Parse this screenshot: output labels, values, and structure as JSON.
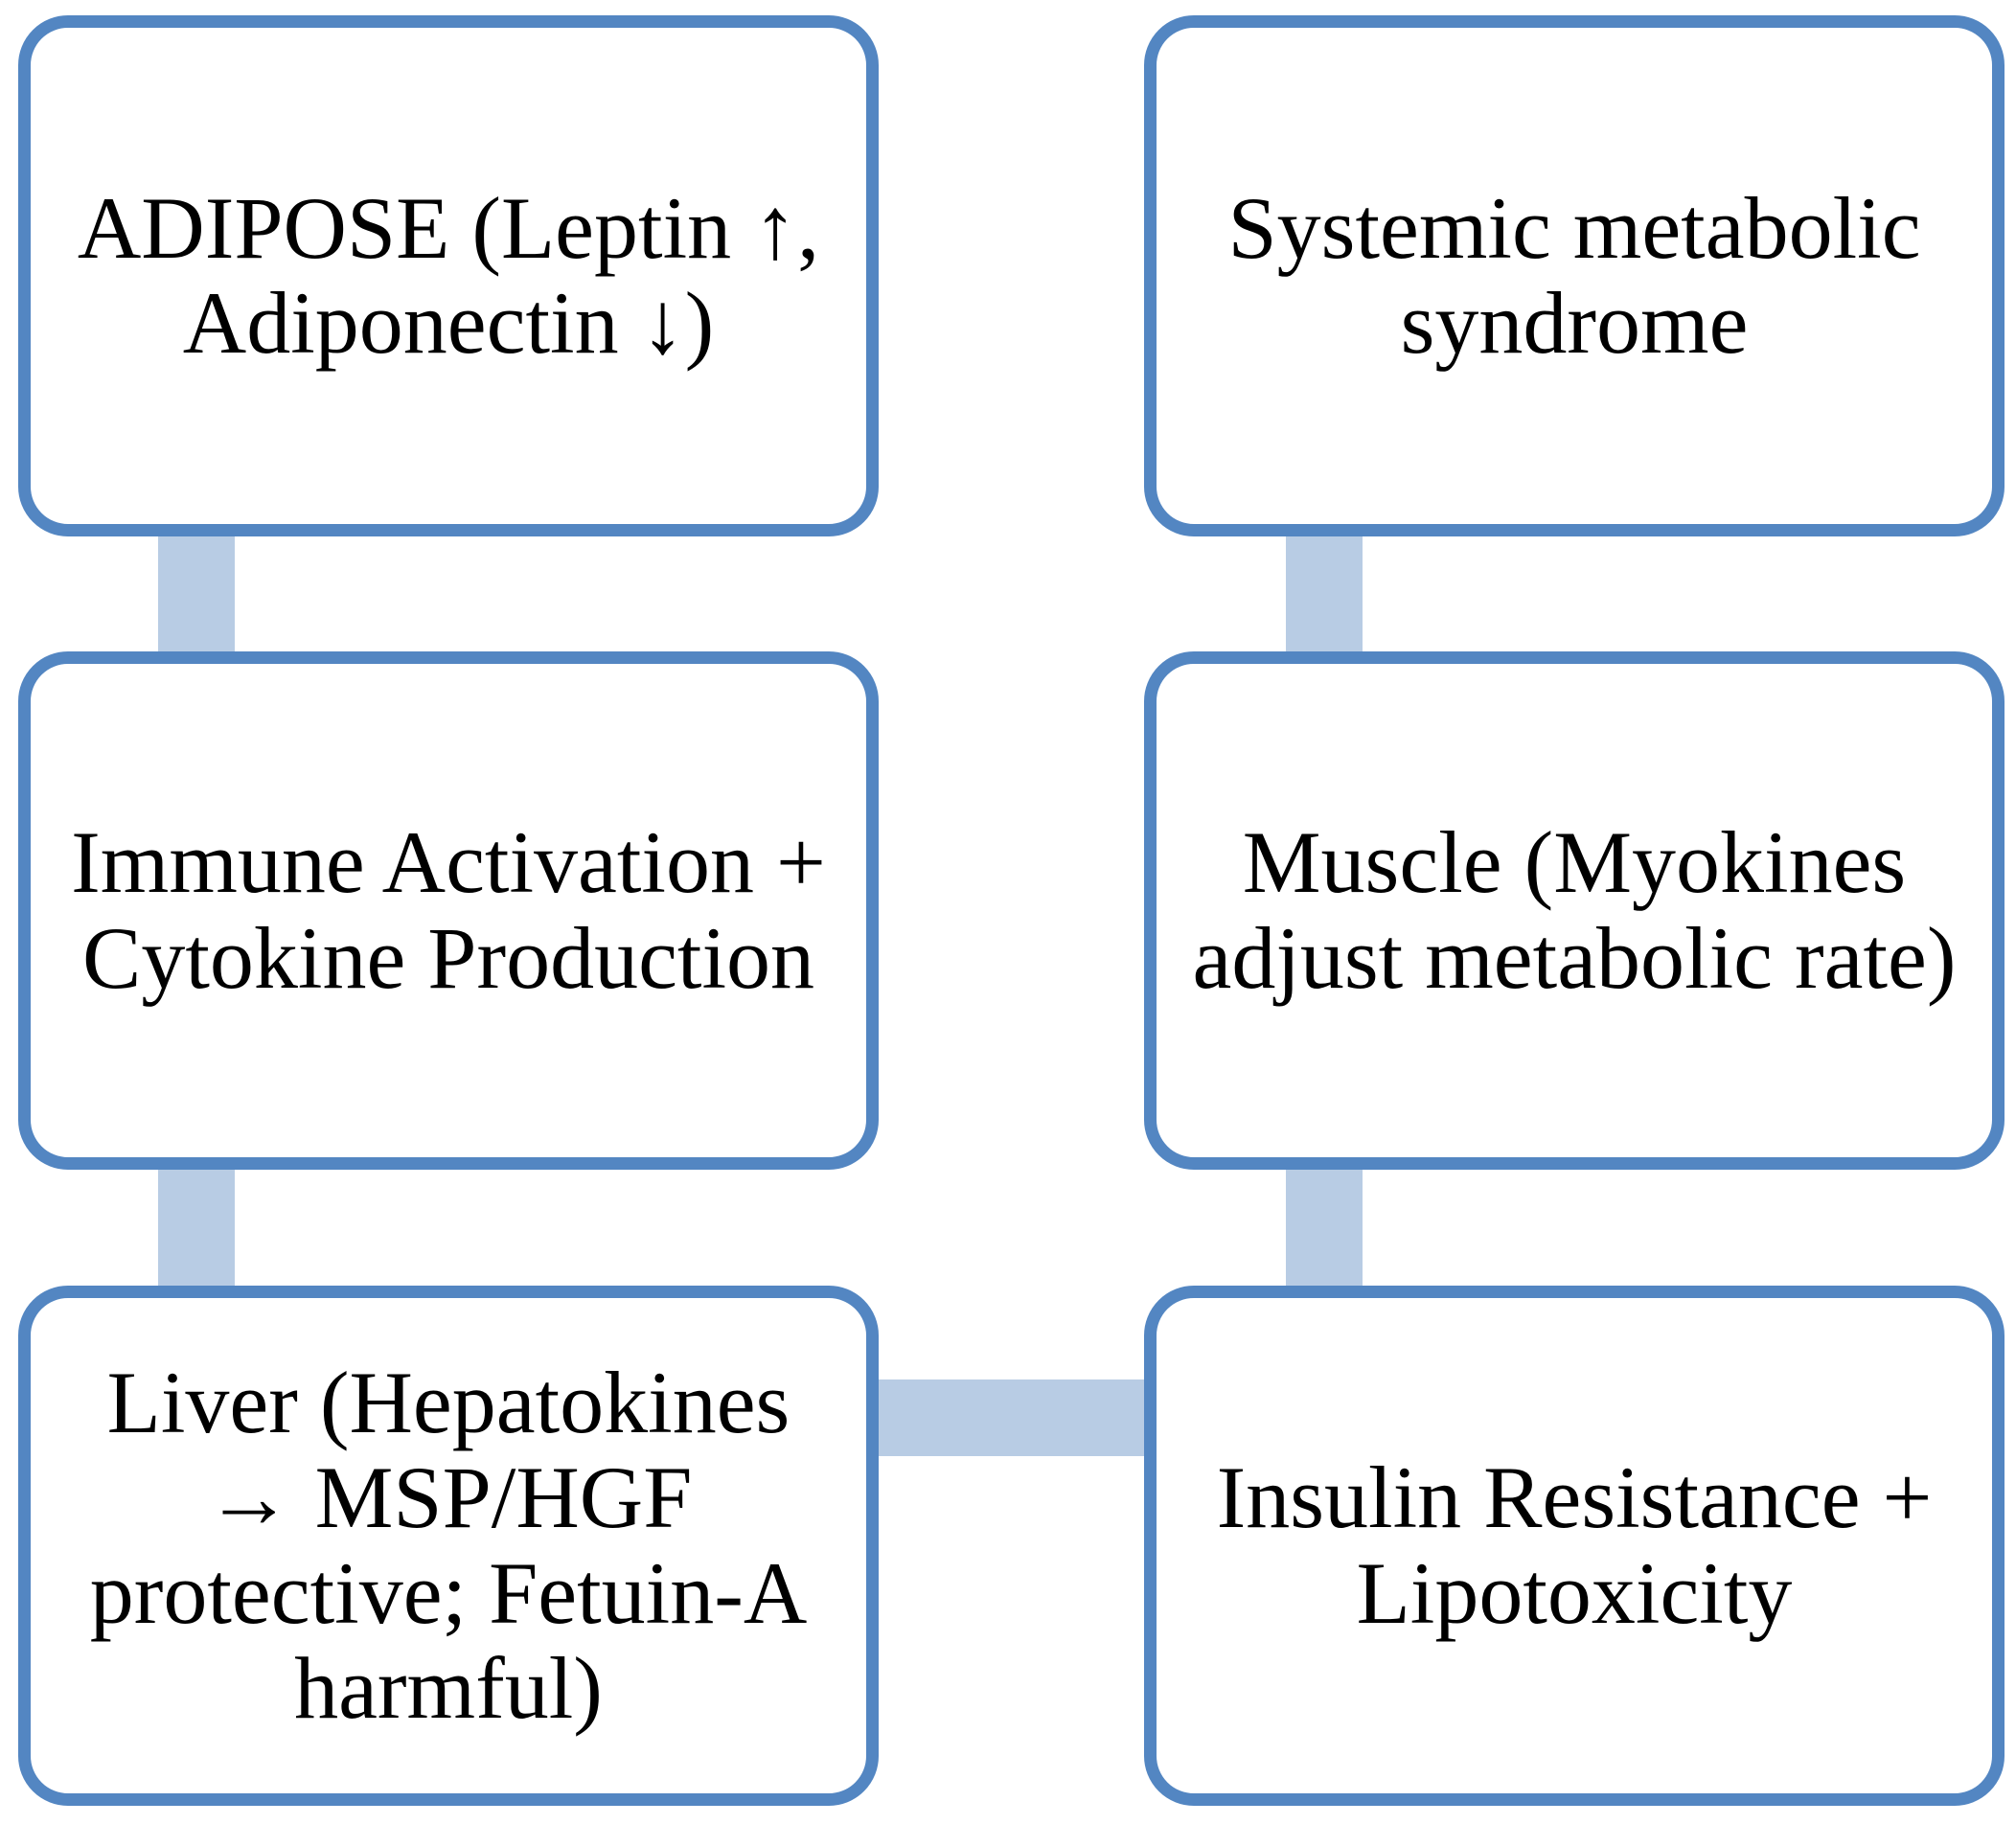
{
  "figure": {
    "type": "flow-diagram",
    "background": "#ffffff",
    "box_border_color": "#5386c2",
    "box_fill": "#ffffff",
    "connector_color": "#b8cce4",
    "text_color": "#000000",
    "boxes": {
      "adipose": {
        "lines": [
          "ADIPOSE (Leptin ↑,",
          "Adiponectin ↓)"
        ]
      },
      "systemic": {
        "lines": [
          "Systemic metabolic",
          "syndrome"
        ]
      },
      "immune": {
        "lines": [
          "Immune Activation +",
          "Cytokine Production"
        ]
      },
      "muscle": {
        "lines": [
          "Muscle (Myokines",
          "adjust metabolic rate)"
        ]
      },
      "liver": {
        "lines": [
          "Liver (Hepatokines",
          "→ MSP/HGF",
          "protective; Fetuin-A",
          "harmful)"
        ]
      },
      "insulin": {
        "lines": [
          "Insulin Resistance +",
          "Lipotoxicity"
        ]
      }
    },
    "connections": [
      {
        "from": "adipose",
        "to": "immune",
        "orientation": "vertical"
      },
      {
        "from": "immune",
        "to": "liver",
        "orientation": "vertical"
      },
      {
        "from": "liver",
        "to": "insulin",
        "orientation": "horizontal"
      },
      {
        "from": "muscle",
        "to": "insulin",
        "orientation": "vertical"
      },
      {
        "from": "systemic",
        "to": "muscle",
        "orientation": "vertical"
      }
    ]
  }
}
